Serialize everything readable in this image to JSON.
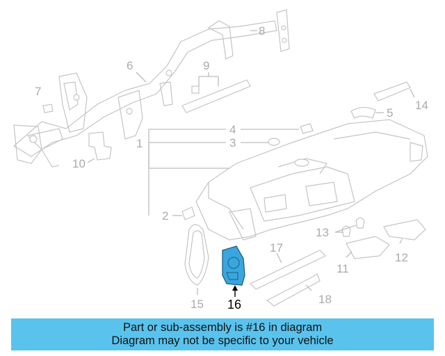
{
  "diagram": {
    "callouts": [
      {
        "id": "1",
        "label": "1"
      },
      {
        "id": "2",
        "label": "2"
      },
      {
        "id": "3",
        "label": "3"
      },
      {
        "id": "4",
        "label": "4"
      },
      {
        "id": "5",
        "label": "5"
      },
      {
        "id": "6",
        "label": "6"
      },
      {
        "id": "7",
        "label": "7"
      },
      {
        "id": "8",
        "label": "8"
      },
      {
        "id": "9",
        "label": "9"
      },
      {
        "id": "10",
        "label": "10"
      },
      {
        "id": "11",
        "label": "11"
      },
      {
        "id": "12",
        "label": "12"
      },
      {
        "id": "13",
        "label": "13"
      },
      {
        "id": "14",
        "label": "14"
      },
      {
        "id": "15",
        "label": "15"
      },
      {
        "id": "16",
        "label": "16"
      },
      {
        "id": "17",
        "label": "17"
      },
      {
        "id": "18",
        "label": "18"
      }
    ],
    "highlighted_part": "16",
    "highlight_color": "#3aa6de",
    "line_color": "#bdbdbd"
  },
  "banner": {
    "line1": "Part or sub-assembly is #16 in diagram",
    "line2": "Diagram may not be specific to your vehicle",
    "color": "#59c3ee"
  }
}
